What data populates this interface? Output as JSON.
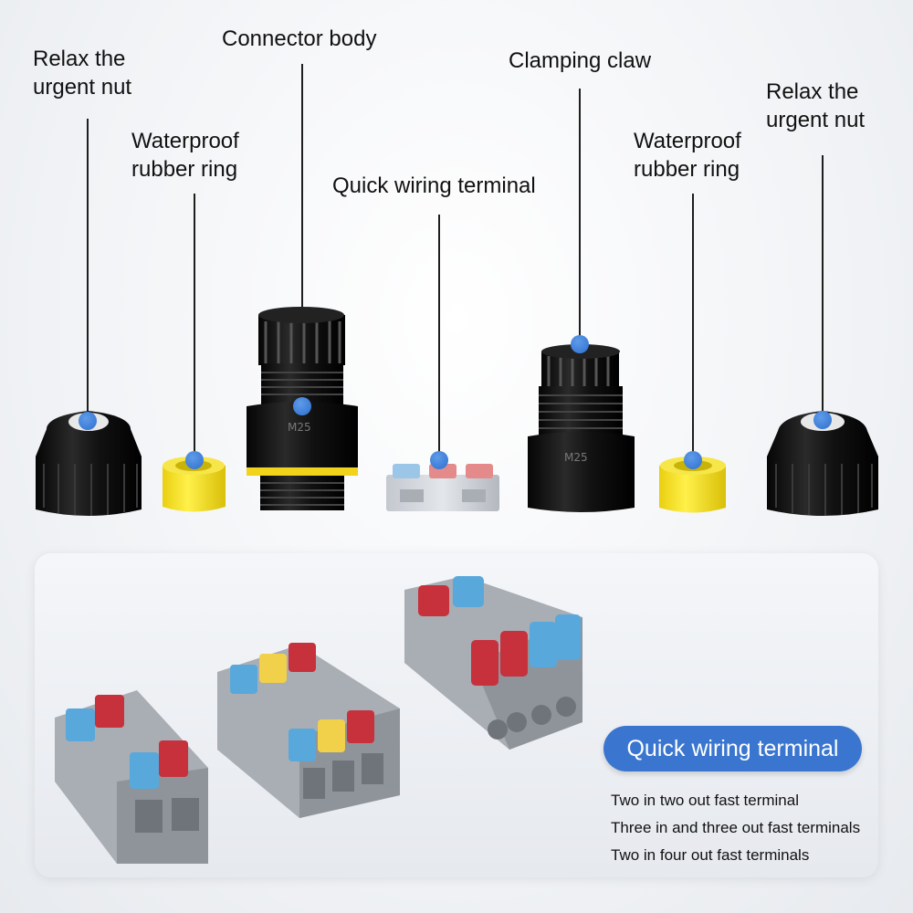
{
  "labels": {
    "nut_left": [
      "Relax the",
      "urgent nut"
    ],
    "ring_left": [
      "Waterproof",
      "rubber ring"
    ],
    "connector_body": "Connector body",
    "quick_terminal": "Quick wiring terminal",
    "clamping_claw": "Clamping claw",
    "ring_right": [
      "Waterproof",
      "rubber ring"
    ],
    "nut_right": [
      "Relax the",
      "urgent nut"
    ]
  },
  "part_marking": "M25",
  "banner": {
    "title": "Quick wiring terminal",
    "items": [
      "Two in two out fast terminal",
      "Three in and three out fast terminals",
      "Two in four out fast terminals"
    ]
  },
  "colors": {
    "accent_blue": "#3a76cf",
    "lever_red": "#c6313c",
    "lever_blue": "#58a8dc",
    "lever_yellow": "#f1d04a",
    "ring_yellow": "#f4df23",
    "housing_gray": "#9ea3aa"
  }
}
